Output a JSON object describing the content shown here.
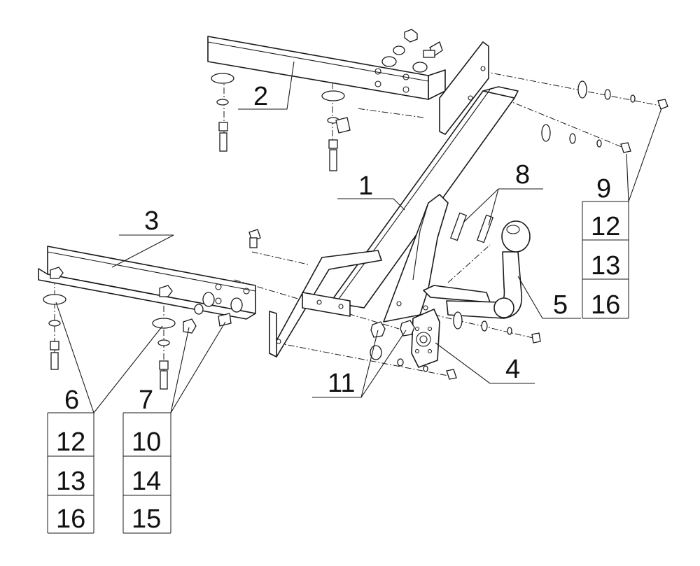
{
  "labels": {
    "p1": "1",
    "p2": "2",
    "p3": "3",
    "p4": "4",
    "p5": "5",
    "p6": "6",
    "p7": "7",
    "p8": "8",
    "p9": "9",
    "p11": "11"
  },
  "tables": {
    "right": [
      "12",
      "13",
      "16"
    ],
    "left_a": [
      "12",
      "13",
      "16"
    ],
    "left_b": [
      "10",
      "14",
      "15"
    ]
  }
}
